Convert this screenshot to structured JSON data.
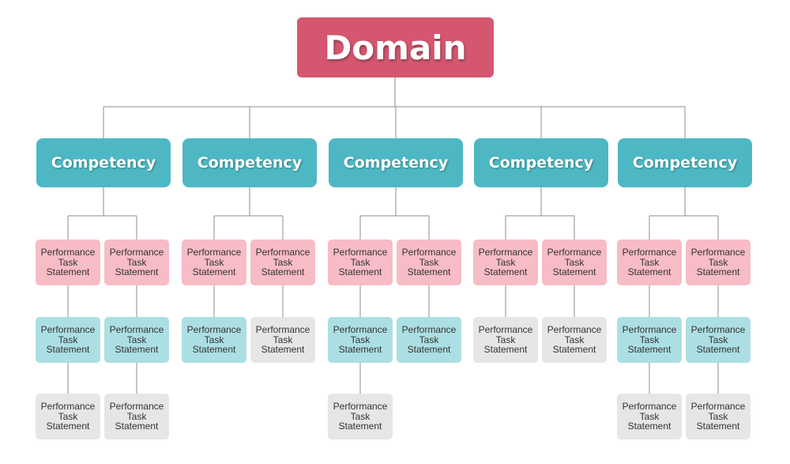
{
  "colors": {
    "root": "#d4576f",
    "competency": "#4db8c3",
    "pink": "#f7bcc6",
    "teal": "#acdfe3",
    "gray": "#e6e6e6",
    "line": "#8c8c8c"
  },
  "root": {
    "label": "Domain"
  },
  "competencies": [
    {
      "label": "Competency",
      "columns": [
        [
          "Performance\nTask\nStatement",
          "Performance\nTask\nStatement",
          "Performance\nTask\nStatement"
        ],
        [
          "Performance\nTask\nStatement",
          "Performance\nTask\nStatement",
          "Performance\nTask\nStatement"
        ]
      ],
      "tones": [
        [
          "pink",
          "teal",
          "gray"
        ],
        [
          "pink",
          "teal",
          "gray"
        ]
      ]
    },
    {
      "label": "Competency",
      "columns": [
        [
          "Performance\nTask\nStatement",
          "Performance\nTask\nStatement"
        ],
        [
          "Performance\nTask\nStatement",
          "Performance\nTask\nStatement"
        ]
      ],
      "tones": [
        [
          "pink",
          "teal"
        ],
        [
          "pink",
          "gray"
        ]
      ]
    },
    {
      "label": "Competency",
      "columns": [
        [
          "Performance\nTask\nStatement",
          "Performance\nTask\nStatement",
          "Performance\nTask\nStatement"
        ],
        [
          "Performance\nTask\nStatement",
          "Performance\nTask\nStatement"
        ]
      ],
      "tones": [
        [
          "pink",
          "teal",
          "gray"
        ],
        [
          "pink",
          "teal"
        ]
      ]
    },
    {
      "label": "Competency",
      "columns": [
        [
          "Performance\nTask\nStatement",
          "Performance\nTask\nStatement"
        ],
        [
          "Performance\nTask\nStatement",
          "Performance\nTask\nStatement"
        ]
      ],
      "tones": [
        [
          "pink",
          "gray"
        ],
        [
          "pink",
          "gray"
        ]
      ]
    },
    {
      "label": "Competency",
      "columns": [
        [
          "Performance\nTask\nStatement",
          "Performance\nTask\nStatement",
          "Performance\nTask\nStatement"
        ],
        [
          "Performance\nTask\nStatement",
          "Performance\nTask\nStatement",
          "Performance\nTask\nStatement"
        ]
      ],
      "tones": [
        [
          "pink",
          "teal",
          "gray"
        ],
        [
          "pink",
          "teal",
          "gray"
        ]
      ]
    }
  ]
}
